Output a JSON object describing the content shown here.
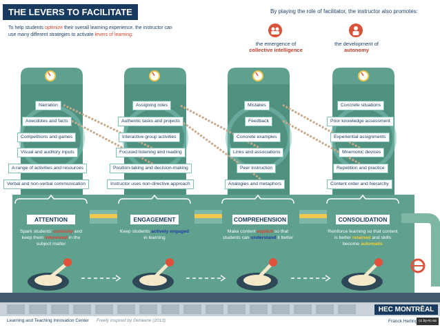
{
  "title": "THE LEVERS TO FACILITATE LEARNING",
  "intro": {
    "part1": "To help students ",
    "hl1": "optimize",
    "part2": " their overall learning experience, the instructor can use many different strategies to activate ",
    "hl2": "levers of learning",
    "part3": ":"
  },
  "promotes": {
    "heading": "By playing the role of facilitator, the instructor also promotes:",
    "items": [
      {
        "prefix": "the emergence of",
        "emph": "collective intelligence",
        "icon": "group-icon"
      },
      {
        "prefix": "the development of",
        "emph": "autonomy",
        "icon": "person-icon"
      }
    ]
  },
  "columns": [
    {
      "name": "ATTENTION",
      "levers": [
        "Narration",
        "Anecdotes and facts",
        "Competitions and games",
        "Visual and auditory inputs",
        "A range of activities and resources",
        "Verbal and non-verbal communication"
      ],
      "desc": {
        "p1": "Spark students' ",
        "h1": "curiosity",
        "p2": " and keep them ",
        "h2": "interested",
        "p3": " in the subject matter"
      }
    },
    {
      "name": "ENGAGEMENT",
      "levers": [
        "Assigning roles",
        "Authentic tasks and projects",
        "Interactive group activities",
        "Focused listening and reading",
        "Position-taking and decision-making",
        "Instructor uses non-directive approach"
      ],
      "desc": {
        "p1": "Keep students ",
        "h1": "actively engaged",
        "p2": " in learning",
        "h2": "",
        "p3": ""
      }
    },
    {
      "name": "COMPREHENSION",
      "levers": [
        "Mistakes",
        "Feedback",
        "Concrete examples",
        "Links and associations",
        "Peer instruction",
        "Analogies and metaphors"
      ],
      "desc": {
        "p1": "Make content ",
        "h1": "explicit",
        "p2": " so that students can ",
        "h2": "understand",
        "p3": " it better"
      }
    },
    {
      "name": "CONSOLIDATION",
      "levers": [
        "Concrete situations",
        "Prior knowledge assessment",
        "Experiential assignments",
        "Mnemonic devices",
        "Repetition and practice",
        "Content order and hierarchy"
      ],
      "desc": {
        "p1": "Reinforce learning so that content is better ",
        "h1": "retained",
        "p2": " and skills become ",
        "h2": "automatic",
        "p3": ""
      }
    }
  ],
  "footer": {
    "center": "Learning and Teaching Innovation Center",
    "inspired": "Freely inspired by Dehaene (2013)",
    "logo": "HEC MONTRĒAL",
    "author": "Franck Herling",
    "license": "cc by-nc-sa"
  },
  "colors": {
    "tank": "#5fa08f",
    "tank_dark": "#4b8677",
    "navy": "#173a5e",
    "accent_red": "#d6452b",
    "pipe": "#7fb7a7",
    "floor": "#425a6b"
  }
}
